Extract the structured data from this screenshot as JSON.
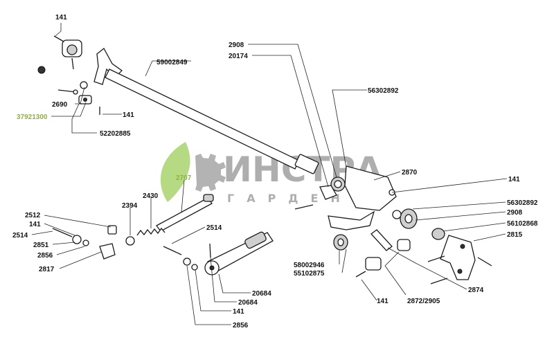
{
  "watermark": {
    "brand": "ИНСТРА",
    "sub": "ГАРДЕН",
    "green": "#9ccd5a",
    "gray": "#9a9a9a"
  },
  "labels": {
    "l141a": "141",
    "l59002849": "59002849",
    "l2690": "2690",
    "l37921300": "37921300",
    "l141b": "141",
    "l52202885": "52202885",
    "l2908a": "2908",
    "l20174": "20174",
    "l56302892a": "56302892",
    "l2870": "2870",
    "l141c": "141",
    "l56302892b": "56302892",
    "l2908b": "2908",
    "l56102868": "56102868",
    "l2815": "2815",
    "l2707": "2707",
    "l2430": "2430",
    "l2394": "2394",
    "l2512": "2512",
    "l141d": "141",
    "l2514a": "2514",
    "l2851": "2851",
    "l2856a": "2856",
    "l2817": "2817",
    "l2514b": "2514",
    "l20684a": "20684",
    "l20684b": "20684",
    "l141e": "141",
    "l2856b": "2856",
    "l58002946": "58002946",
    "l55102875": "55102875",
    "l141f": "141",
    "l2872_2905": "2872/2905",
    "l2874": "2874"
  },
  "colors": {
    "highlight": "#8cb43c",
    "ink": "#111111"
  }
}
